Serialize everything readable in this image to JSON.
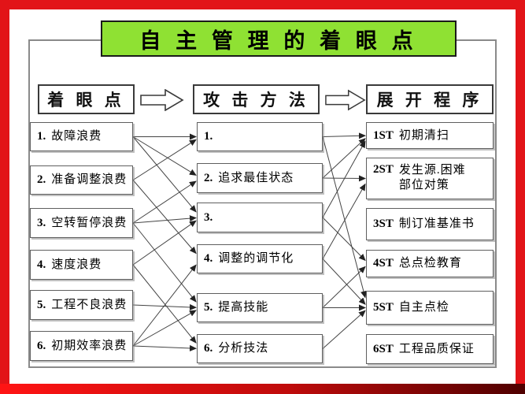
{
  "title": "自 主 管 理 的 着 眼 点",
  "columns": {
    "left": {
      "header": "着 眼 点",
      "items": [
        {
          "num": "1.",
          "text": "故障浪费"
        },
        {
          "num": "2.",
          "text": "准备调整浪费"
        },
        {
          "num": "3.",
          "text": "空转暂停浪费"
        },
        {
          "num": "4.",
          "text": "速度浪费"
        },
        {
          "num": "5.",
          "text": "工程不良浪费"
        },
        {
          "num": "6.",
          "text": "初期效率浪费"
        }
      ]
    },
    "middle": {
      "header": "攻 击 方 法",
      "items": [
        {
          "num": "1.",
          "text": ""
        },
        {
          "num": "2.",
          "text": "追求最佳状态"
        },
        {
          "num": "3.",
          "text": ""
        },
        {
          "num": "4.",
          "text": "调整的调节化"
        },
        {
          "num": "5.",
          "text": "提高技能"
        },
        {
          "num": "6.",
          "text": "分析技法"
        }
      ]
    },
    "right": {
      "header": "展 开 程 序",
      "items": [
        {
          "num": "1ST",
          "text": "初期清扫"
        },
        {
          "num": "2ST",
          "text": "发生源.困难\n部位对策"
        },
        {
          "num": "3ST",
          "text": "制订准基准书"
        },
        {
          "num": "4ST",
          "text": "总点检教育"
        },
        {
          "num": "5ST",
          "text": "自主点检"
        },
        {
          "num": "6ST",
          "text": "工程品质保证"
        }
      ]
    }
  },
  "connections": {
    "left_to_middle": [
      [
        1,
        1
      ],
      [
        2,
        1
      ],
      [
        1,
        2
      ],
      [
        3,
        2
      ],
      [
        1,
        3
      ],
      [
        3,
        3
      ],
      [
        4,
        3
      ],
      [
        2,
        4
      ],
      [
        6,
        4
      ],
      [
        3,
        5
      ],
      [
        5,
        5
      ],
      [
        6,
        5
      ],
      [
        4,
        6
      ],
      [
        6,
        6
      ]
    ],
    "middle_to_right": [
      [
        1,
        1
      ],
      [
        2,
        1
      ],
      [
        3,
        1
      ],
      [
        2,
        2
      ],
      [
        4,
        2
      ],
      [
        3,
        4
      ],
      [
        5,
        4
      ],
      [
        1,
        5
      ],
      [
        4,
        5
      ],
      [
        5,
        5
      ],
      [
        6,
        5
      ]
    ]
  },
  "colors": {
    "outer_border_red": "#e21418",
    "bottom_strip_dark_red": "#4f0000",
    "title_green": "#8fe133",
    "box_border_gray": "#5f5f5f",
    "connector_line": "#444444"
  }
}
